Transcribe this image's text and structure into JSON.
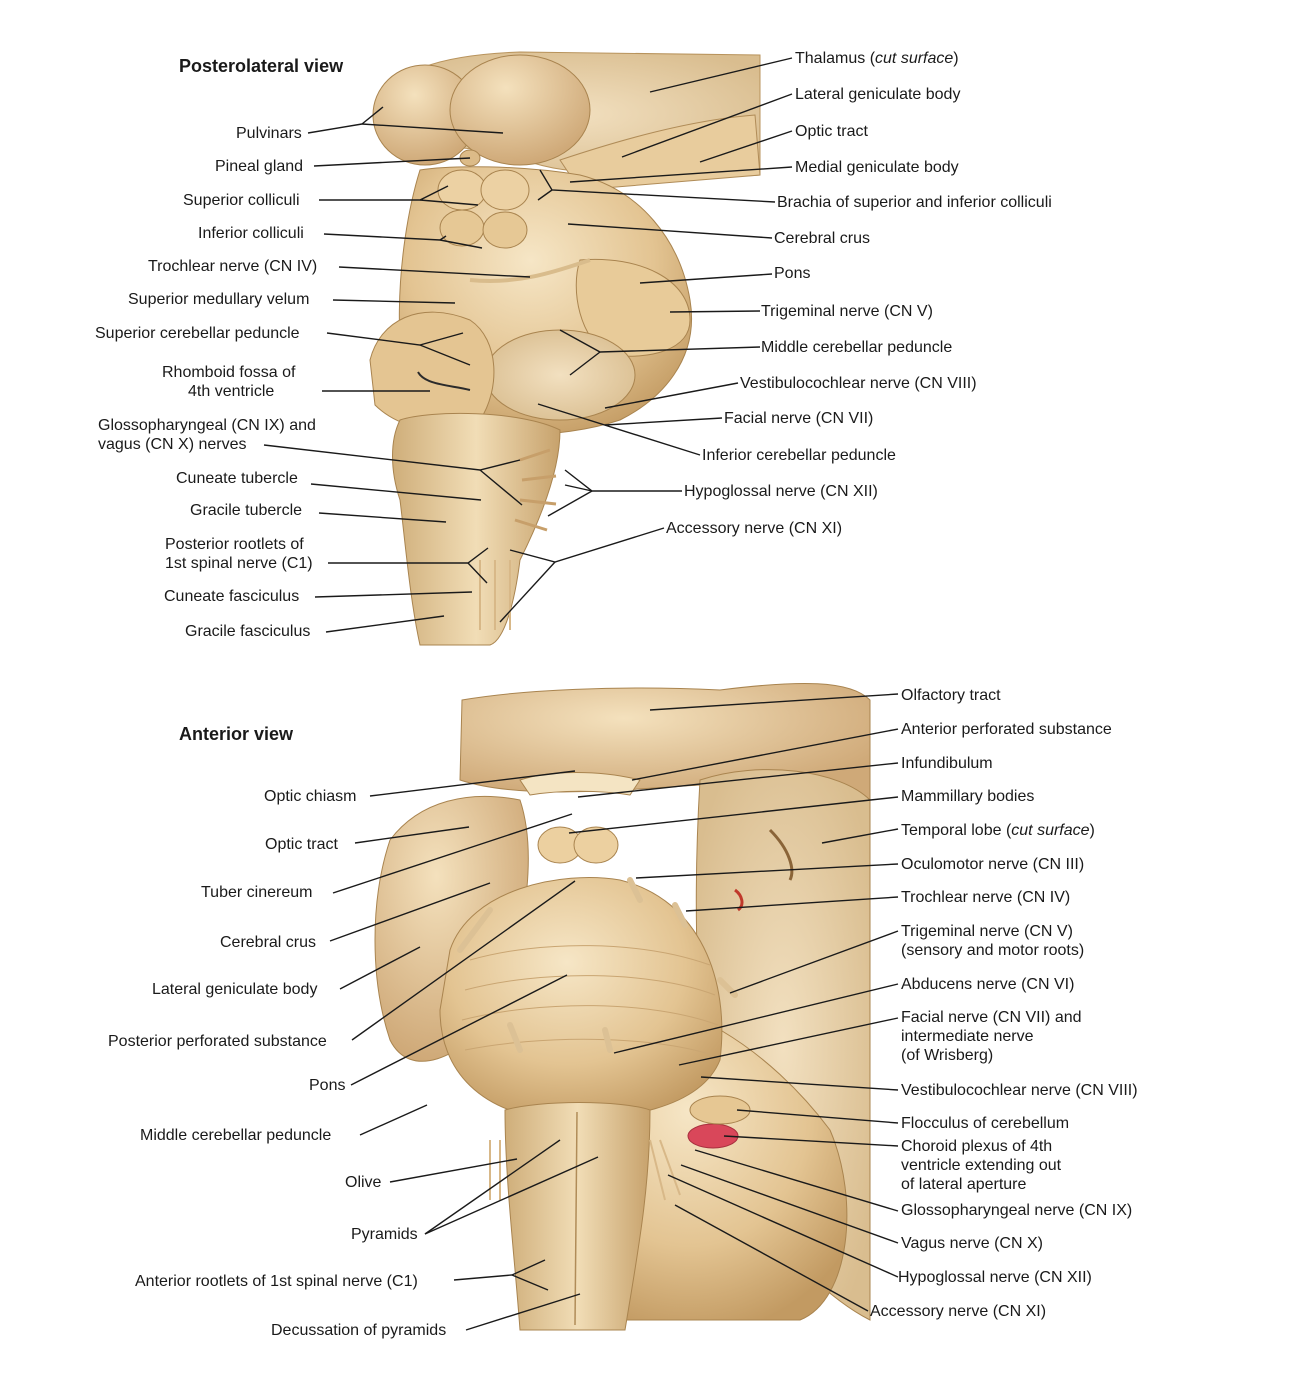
{
  "colors": {
    "tissue_light": "#efd9b0",
    "tissue_mid": "#e0c08b",
    "tissue_dark": "#b8935c",
    "choroid_plexus": "#d9475a",
    "leader_line": "#1a1a1a",
    "background": "#ffffff"
  },
  "posterolateral": {
    "title": "Posterolateral view",
    "labels": {
      "thalamus": "Thalamus",
      "thalamus_note": "cut surface",
      "lateral_geniculate_body": "Lateral geniculate body",
      "optic_tract": "Optic tract",
      "medial_geniculate_body": "Medial geniculate body",
      "brachia": "Brachia of superior and inferior colliculi",
      "cerebral_crus": "Cerebral crus",
      "pons": "Pons",
      "trigeminal_nerve": "Trigeminal nerve (CN V)",
      "middle_cerebellar_peduncle": "Middle cerebellar peduncle",
      "vestibulocochlear_nerve": "Vestibulocochlear nerve (CN VIII)",
      "facial_nerve": "Facial nerve (CN VII)",
      "inferior_cerebellar_peduncle": "Inferior cerebellar peduncle",
      "hypoglossal_nerve": "Hypoglossal nerve (CN XII)",
      "accessory_nerve": "Accessory nerve (CN XI)",
      "pulvinars": "Pulvinars",
      "pineal_gland": "Pineal gland",
      "superior_colliculi": "Superior colliculi",
      "inferior_colliculi": "Inferior colliculi",
      "trochlear_nerve": "Trochlear nerve (CN IV)",
      "superior_medullary_velum": "Superior medullary velum",
      "superior_cerebellar_peduncle": "Superior cerebellar peduncle",
      "rhomboid_fossa_1": "Rhomboid fossa of",
      "rhomboid_fossa_2": "4th ventricle",
      "glossopharyngeal_vagus_1": "Glossopharyngeal (CN IX) and",
      "glossopharyngeal_vagus_2": "vagus (CN X) nerves",
      "cuneate_tubercle": "Cuneate tubercle",
      "gracile_tubercle": "Gracile tubercle",
      "posterior_rootlets_1": "Posterior rootlets of",
      "posterior_rootlets_2": "1st spinal nerve (C1)",
      "cuneate_fasciculus": "Cuneate fasciculus",
      "gracile_fasciculus": "Gracile fasciculus"
    }
  },
  "anterior": {
    "title": "Anterior view",
    "labels": {
      "olfactory_tract": "Olfactory tract",
      "anterior_perforated_substance": "Anterior perforated substance",
      "infundibulum": "Infundibulum",
      "mammillary_bodies": "Mammillary bodies",
      "temporal_lobe": "Temporal lobe",
      "temporal_lobe_note": "cut surface",
      "oculomotor_nerve": "Oculomotor nerve (CN III)",
      "trochlear_nerve": "Trochlear nerve (CN IV)",
      "trigeminal_nerve_1": "Trigeminal nerve (CN V)",
      "trigeminal_nerve_2": "(sensory and motor roots)",
      "abducens_nerve": "Abducens nerve (CN VI)",
      "facial_nerve_1": "Facial nerve (CN VII) and",
      "facial_nerve_2": "intermediate nerve",
      "facial_nerve_3": "(of Wrisberg)",
      "vestibulocochlear_nerve": "Vestibulocochlear nerve (CN VIII)",
      "flocculus": "Flocculus of cerebellum",
      "choroid_plexus_1": "Choroid plexus of 4th",
      "choroid_plexus_2": "ventricle extending out",
      "choroid_plexus_3": "of lateral aperture",
      "glossopharyngeal_nerve": "Glossopharyngeal nerve (CN IX)",
      "vagus_nerve": "Vagus nerve (CN X)",
      "hypoglossal_nerve": "Hypoglossal nerve (CN XII)",
      "accessory_nerve": "Accessory nerve (CN XI)",
      "optic_chiasm": "Optic chiasm",
      "optic_tract": "Optic tract",
      "tuber_cinereum": "Tuber cinereum",
      "cerebral_crus": "Cerebral crus",
      "lateral_geniculate_body": "Lateral geniculate body",
      "posterior_perforated_substance": "Posterior perforated substance",
      "pons": "Pons",
      "middle_cerebellar_peduncle": "Middle cerebellar peduncle",
      "olive": "Olive",
      "pyramids": "Pyramids",
      "anterior_rootlets": "Anterior rootlets of 1st spinal nerve (C1)",
      "decussation_of_pyramids": "Decussation of pyramids"
    }
  }
}
